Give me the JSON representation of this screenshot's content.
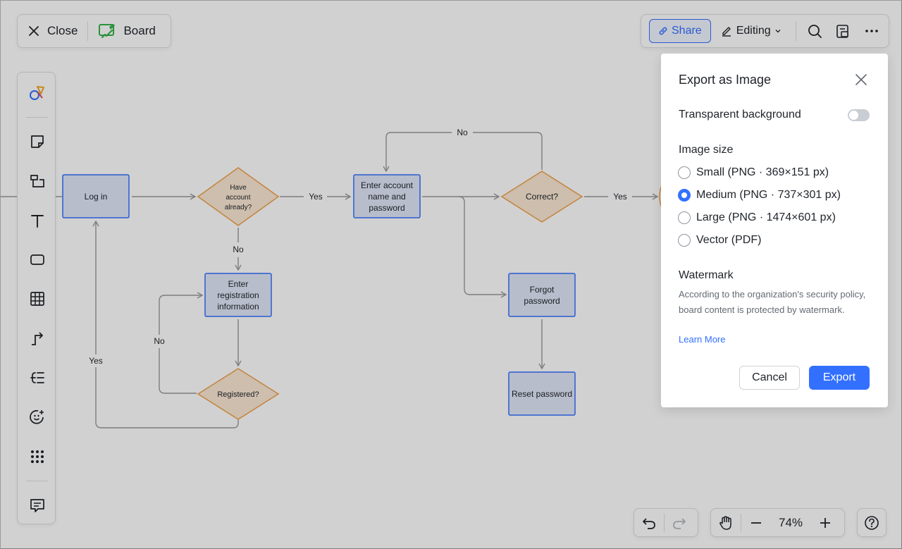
{
  "header": {
    "close_label": "Close",
    "board_label": "Board"
  },
  "toolbar": {
    "share_label": "Share",
    "editing_label": "Editing"
  },
  "zoom": {
    "value": "74%"
  },
  "diagram": {
    "nodes": {
      "login": "Log in",
      "have_account": [
        "Have",
        "account",
        "already?"
      ],
      "enter_account": [
        "Enter account",
        "name and",
        "password"
      ],
      "correct": "Correct?",
      "enter_registration": [
        "Enter",
        "registration",
        "information"
      ],
      "registered": "Registered?",
      "forgot_password": [
        "Forgot",
        "password"
      ],
      "reset_password": "Reset password"
    },
    "edges": {
      "yes": "Yes",
      "no": "No"
    }
  },
  "export_dialog": {
    "title": "Export as Image",
    "transparent_background_label": "Transparent background",
    "transparent_background_on": false,
    "image_size_label": "Image size",
    "sizes": [
      {
        "label": "Small (PNG · 369×151 px)",
        "checked": false
      },
      {
        "label": "Medium (PNG · 737×301 px)",
        "checked": true
      },
      {
        "label": "Large (PNG · 1474×601 px)",
        "checked": false
      },
      {
        "label": "Vector (PDF)",
        "checked": false
      }
    ],
    "watermark_label": "Watermark",
    "watermark_desc": "According to the organization's security policy, board content is protected by watermark.",
    "learn_more": "Learn More",
    "cancel_label": "Cancel",
    "export_label": "Export"
  },
  "colors": {
    "accent": "#3370ff",
    "process_fill": "#e1e7f8",
    "process_stroke": "#3370ff",
    "decision_fill": "#fbe8d4",
    "decision_stroke": "#f0a04b"
  }
}
